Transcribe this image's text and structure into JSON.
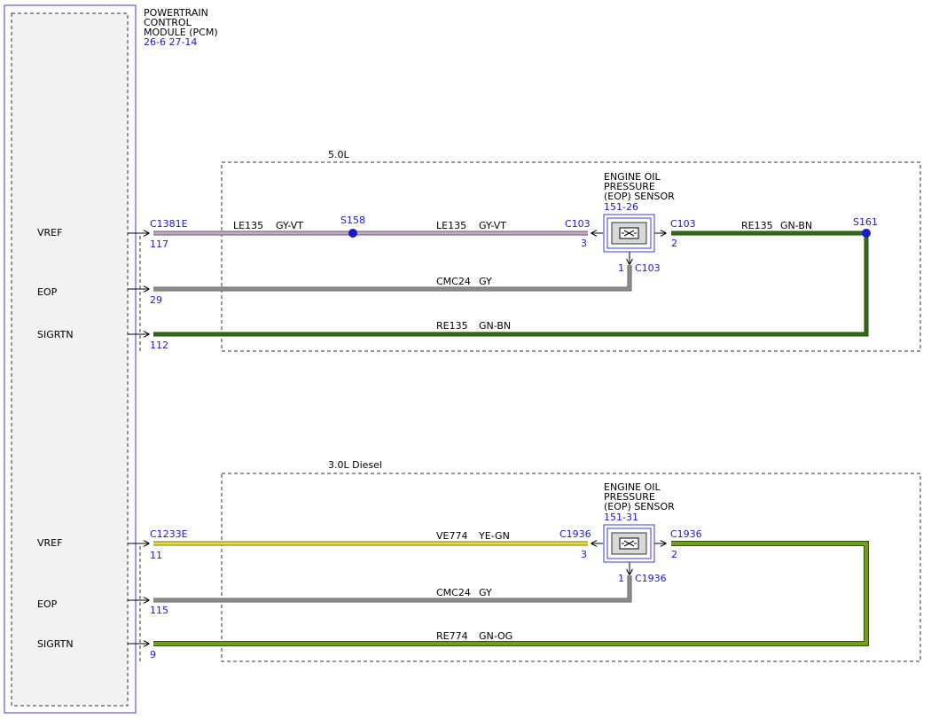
{
  "module": {
    "title_lines": [
      "POWERTRAIN",
      "CONTROL",
      "MODULE (PCM)"
    ],
    "refs": "26-6  27-14"
  },
  "colors": {
    "gy_vt": "#c3aac8",
    "gy": "#8c8c8c",
    "gn_bn": "#2f6b12",
    "ye_gn": "#e8e030",
    "gn_og": "#4d8f14",
    "link": "#1a1acc"
  },
  "sections": [
    {
      "label": "5.0L",
      "pins": [
        {
          "name": "VREF",
          "pin": "117",
          "connector": "C1381E"
        },
        {
          "name": "EOP",
          "pin": "29"
        },
        {
          "name": "SIGRTN",
          "pin": "112"
        }
      ],
      "splices": [
        "S158",
        "S161"
      ],
      "sensor": {
        "lines": [
          "ENGINE OIL",
          "PRESSURE",
          "(EOP) SENSOR"
        ],
        "ref": "151-26"
      },
      "wires": {
        "vref_a": {
          "circuit": "LE135",
          "color": "GY-VT"
        },
        "vref_b": {
          "circuit": "LE135",
          "color": "GY-VT"
        },
        "vref_c": {
          "circuit": "RE135",
          "color": "GN-BN"
        },
        "eop": {
          "circuit": "CMC24",
          "color": "GY"
        },
        "sigrtn": {
          "circuit": "RE135",
          "color": "GN-BN"
        }
      },
      "sensor_connector": "C103",
      "sensor_pins": {
        "left": "3",
        "right": "2",
        "bottom": "1"
      }
    },
    {
      "label": "3.0L Diesel",
      "pins": [
        {
          "name": "VREF",
          "pin": "11",
          "connector": "C1233E"
        },
        {
          "name": "EOP",
          "pin": "115"
        },
        {
          "name": "SIGRTN",
          "pin": "9"
        }
      ],
      "sensor": {
        "lines": [
          "ENGINE OIL",
          "PRESSURE",
          "(EOP) SENSOR"
        ],
        "ref": "151-31"
      },
      "wires": {
        "vref": {
          "circuit": "VE774",
          "color": "YE-GN"
        },
        "eop": {
          "circuit": "CMC24",
          "color": "GY"
        },
        "sigrtn": {
          "circuit": "RE774",
          "color": "GN-OG"
        }
      },
      "sensor_connector": "C1936",
      "sensor_pins": {
        "left": "3",
        "right": "2",
        "bottom": "1"
      }
    }
  ]
}
